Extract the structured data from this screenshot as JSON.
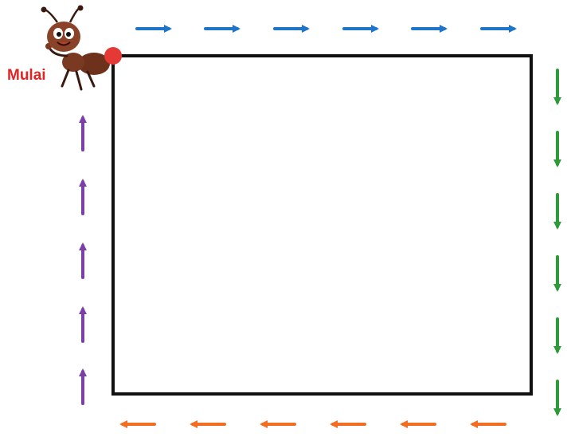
{
  "start_label": "Mulai",
  "colors": {
    "top_arrows": "#1e74c8",
    "right_arrows": "#2e9a3a",
    "bottom_arrows": "#f26c22",
    "left_arrows": "#7b3fa6",
    "start_dot": "#e53935",
    "rectangle_border": "#111111",
    "start_label": "#e02424",
    "ant_body": "#7a3a22"
  },
  "arrows": {
    "top": {
      "direction": "right",
      "count": 6
    },
    "right": {
      "direction": "down",
      "count": 6
    },
    "bottom": {
      "direction": "left",
      "count": 6
    },
    "left": {
      "direction": "up",
      "count": 5
    }
  },
  "character": {
    "icon": "ant-mascot-icon"
  }
}
